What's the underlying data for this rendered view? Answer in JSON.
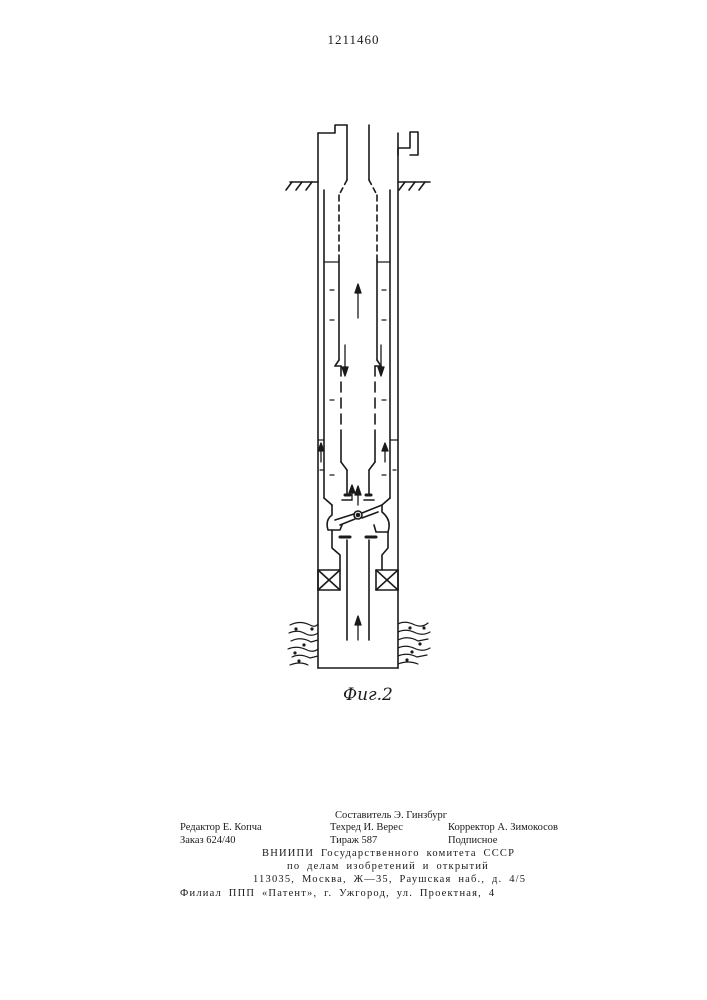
{
  "document": {
    "page_number": "1211460",
    "figure_caption": "Фиг.2"
  },
  "imprint": {
    "compiler": "Составитель Э. Гинзбург",
    "editor": "Редактор Е. Копча",
    "tech_editor": "Техред И. Верес",
    "corrector": "Корректор А. Зимокосов",
    "order": "Заказ 624/40",
    "circulation": "Тираж 587",
    "subscription": "Подписное",
    "org_line1": "ВНИИПИ Государственного комитета СССР",
    "org_line2": "по делам изобретений и открытий",
    "address": "113035, Москва, Ж—35, Раушская наб., д. 4/5",
    "branch": "Филиал ППП «Патент», г. Ужгород, ул. Проектная, 4"
  }
}
